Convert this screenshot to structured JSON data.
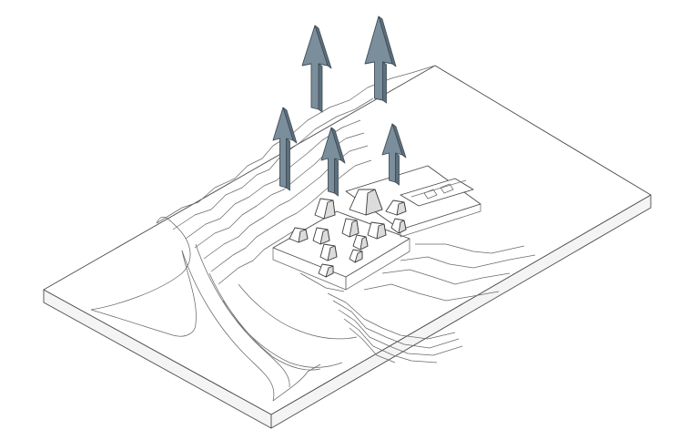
{
  "diagram": {
    "colors": {
      "arrow_fill": "#7b8e9c",
      "arrow_stroke": "#3f4c57",
      "line": "#4a4a4a",
      "background": "#ffffff"
    },
    "arrows": [
      {
        "id": "arrow-1"
      },
      {
        "id": "arrow-2"
      },
      {
        "id": "arrow-3"
      },
      {
        "id": "arrow-4"
      },
      {
        "id": "arrow-5"
      }
    ]
  }
}
